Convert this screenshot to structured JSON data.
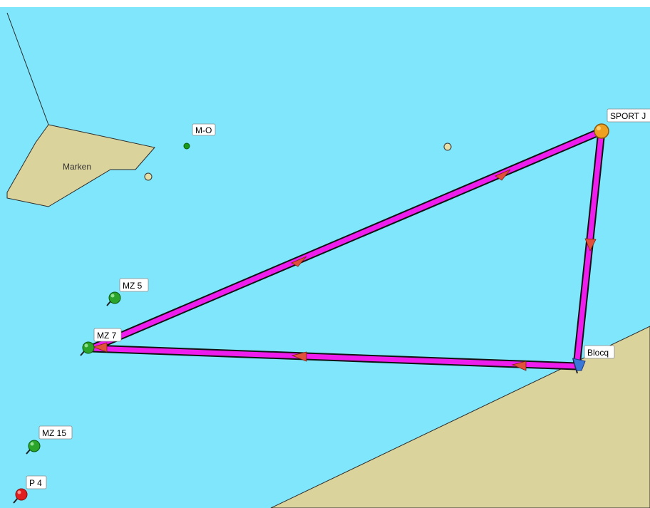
{
  "map": {
    "water_color": "#7fe6fb",
    "land_color": "#dbd39c",
    "route_color": "#ee1dee",
    "route_outline_color": "#111111",
    "arrow_color": "#e0503a"
  },
  "land_labels": {
    "marken": "Marken"
  },
  "waypoints": {
    "sport_j": {
      "label": "SPORT J",
      "color": "#f0a020"
    },
    "blocq": {
      "label": "Blocq",
      "icon": "flag-icon",
      "color": "#3a78d8"
    },
    "mz7": {
      "label": "MZ 7",
      "color": "#2aa52a"
    },
    "mz5": {
      "label": "MZ 5",
      "color": "#2aa52a"
    },
    "mz15": {
      "label": "MZ 15",
      "color": "#2aa52a"
    },
    "p4": {
      "label": "P 4",
      "color": "#e02020"
    },
    "mo": {
      "label": "M-O",
      "color": "#1a9a1a"
    }
  }
}
